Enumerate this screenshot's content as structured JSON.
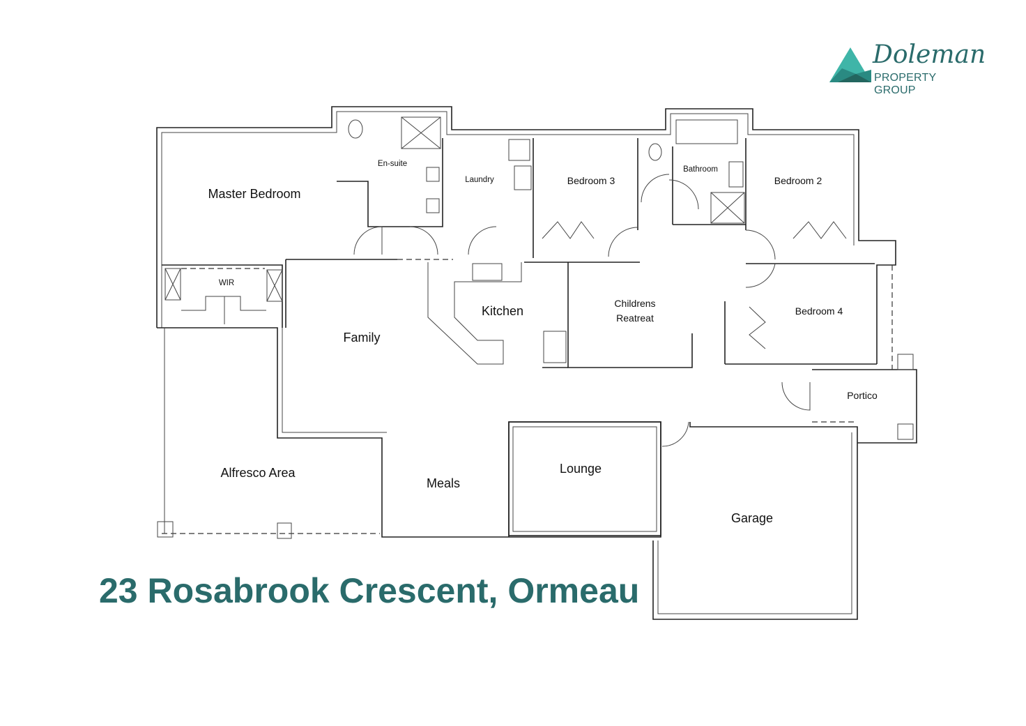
{
  "logo": {
    "name": "Doleman",
    "subtitle": "PROPERTY GROUP",
    "color": "#2a6b6b"
  },
  "address": "23 Rosabrook Crescent, Ormeau",
  "rooms": {
    "master_bedroom": "Master Bedroom",
    "ensuite": "En-suite",
    "laundry": "Laundry",
    "bedroom3": "Bedroom 3",
    "bathroom": "Bathroom",
    "bedroom2": "Bedroom 2",
    "wir": "WIR",
    "kitchen": "Kitchen",
    "childrens_retreat_1": "Childrens",
    "childrens_retreat_2": "Reatreat",
    "bedroom4": "Bedroom 4",
    "family": "Family",
    "portico": "Portico",
    "alfresco": "Alfresco Area",
    "meals": "Meals",
    "lounge": "Lounge",
    "garage": "Garage"
  }
}
